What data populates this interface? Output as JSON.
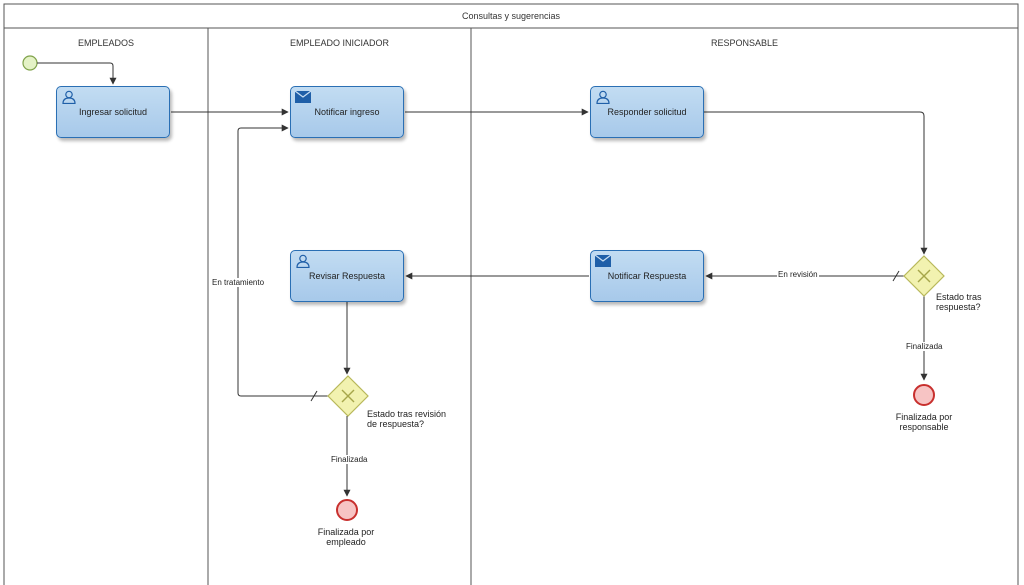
{
  "pool": {
    "title": "Consultas y sugerencias"
  },
  "lanes": [
    {
      "id": "empleados",
      "title": "EMPLEADOS"
    },
    {
      "id": "iniciador",
      "title": "EMPLEADO INICIADOR"
    },
    {
      "id": "responsable",
      "title": "RESPONSABLE"
    }
  ],
  "tasks": {
    "ingresar": {
      "label": "Ingresar solicitud",
      "icon": "user-task-icon"
    },
    "notificar_ingreso": {
      "label": "Notificar ingreso",
      "icon": "send-message-icon"
    },
    "responder": {
      "label": "Responder solicitud",
      "icon": "user-task-icon"
    },
    "notificar_respuesta": {
      "label": "Notificar Respuesta",
      "icon": "send-message-icon"
    },
    "revisar": {
      "label": "Revisar Respuesta",
      "icon": "user-task-icon"
    }
  },
  "gateways": {
    "responsable": {
      "label_line1": "Estado tras",
      "label_line2": "respuesta?"
    },
    "revision": {
      "label_line1": "Estado tras revisión",
      "label_line2": "de respuesta?"
    }
  },
  "end_events": {
    "responsable": {
      "label_line1": "Finalizada por",
      "label_line2": "responsable"
    },
    "empleado": {
      "label_line1": "Finalizada por",
      "label_line2": "empleado"
    }
  },
  "flow_labels": {
    "en_revision": "En revisión",
    "finalizada_responsable": "Finalizada",
    "en_tratamiento": "En tratamiento",
    "finalizada_empleado": "Finalizada"
  },
  "colors": {
    "task_border": "#2a6fb4",
    "task_fill": "#b6d3ee",
    "gateway_fill": "#f2f2b0",
    "gateway_border": "#b8b85a",
    "start_fill": "#e4f2c6",
    "start_border": "#7fa24a",
    "end_fill": "#f7c4c4",
    "end_border": "#c8302e",
    "icon_blue": "#1f5fa8"
  }
}
